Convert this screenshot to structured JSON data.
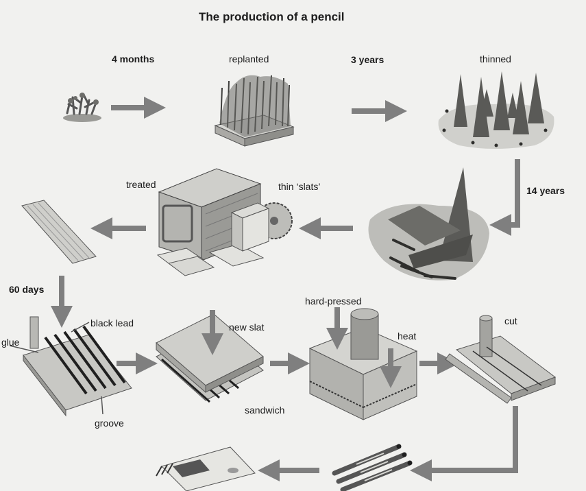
{
  "title": "The production of a pencil",
  "labels": {
    "four_months": "4 months",
    "replanted": "replanted",
    "three_years": "3 years",
    "thinned": "thinned",
    "fourteen_years": "14 years",
    "treated": "treated",
    "thin_slats": "thin ‘slats’",
    "sixty_days": "60 days",
    "glue": "glue",
    "black_lead": "black lead",
    "groove": "groove",
    "new_slat": "new slat",
    "sandwich": "sandwich",
    "hard_pressed": "hard-pressed",
    "heat": "heat",
    "cut": "cut"
  },
  "colors": {
    "arrow": "#7f7f7f",
    "background": "#f1f1ef",
    "wood": "#c9c9c5",
    "dark": "#3a3a3a"
  },
  "icons": [
    "seedling-icon",
    "replanted-forest-icon",
    "thinned-trees-icon",
    "felled-logs-icon",
    "treatment-chamber-icon",
    "saw-blade-icon",
    "wood-slat-icon",
    "leaded-slat-icon",
    "new-slat-icon",
    "hydraulic-press-icon",
    "cutting-blade-icon",
    "pencils-icon",
    "pencil-box-icon"
  ]
}
